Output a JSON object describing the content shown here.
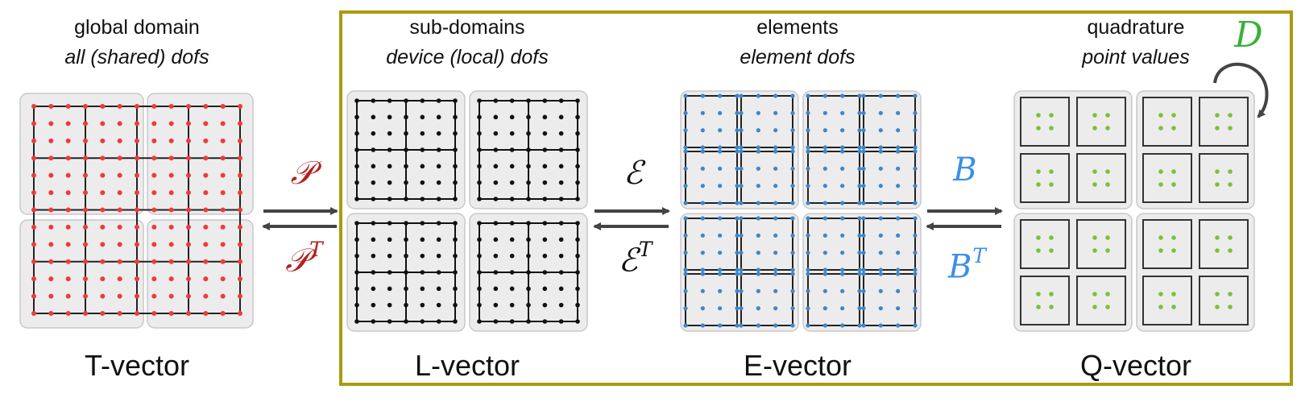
{
  "stages": [
    {
      "heading": "global domain",
      "subheading": "all (shared) dofs",
      "vector": "T-vector"
    },
    {
      "heading": "sub-domains",
      "subheading": "device (local) dofs",
      "vector": "L-vector"
    },
    {
      "heading": "elements",
      "subheading": "element dofs",
      "vector": "E-vector"
    },
    {
      "heading": "quadrature",
      "subheading": "point values",
      "vector": "Q-vector"
    }
  ],
  "operators": {
    "P": {
      "forward": "𝒫",
      "transpose_base": "𝒫",
      "transpose_sup": "T",
      "color": "#b22222"
    },
    "E": {
      "forward": "ℰ",
      "transpose_base": "ℰ",
      "transpose_sup": "T",
      "color": "#111111"
    },
    "B": {
      "forward": "B",
      "transpose_base": "B",
      "transpose_sup": "T",
      "color": "#3d8ee8"
    },
    "D": {
      "label": "D",
      "color": "#3ab03a"
    }
  },
  "colors": {
    "frame": "#a99c10",
    "panel_bg": "#ececec",
    "panel_border": "#c8c8c8",
    "t_dots": "#f03a3a",
    "l_dots": "#111111",
    "e_dots": "#3f86c8",
    "q_dots": "#7dbf3a",
    "arrow": "#444444"
  },
  "icons": [
    "forward-arrow-icon",
    "backward-arrow-icon",
    "curved-arrow-icon"
  ]
}
